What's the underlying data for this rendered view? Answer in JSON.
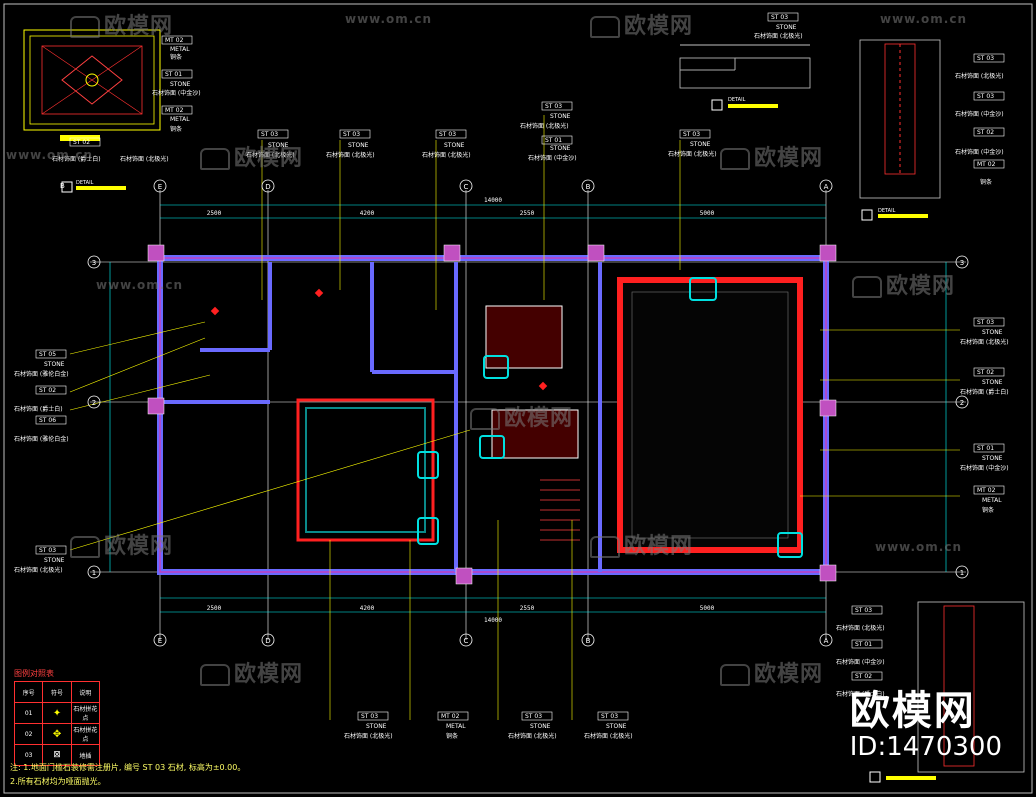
{
  "watermark": {
    "brand_cn": "欧模网",
    "url": "www.om.cn",
    "id_text": "ID:1470300"
  },
  "tags": {
    "stone": "STONE",
    "metal": "METAL",
    "st01": "ST 01",
    "st02": "ST 02",
    "st03": "ST 03",
    "st05": "ST 05",
    "st06": "ST 06",
    "mt02": "MT 02",
    "label_beijixian": "石材饰面 (北极光)",
    "label_jinsha": "石材饰面 (爵士白)",
    "label_zhongjin": "石材饰面 (中金沙)",
    "label_yalun": "石材饰面 (雅伦白金)",
    "label_tiao": "铜条"
  },
  "axes": {
    "top": [
      "E",
      "D",
      "C",
      "B",
      "A"
    ],
    "side": [
      "3",
      "2",
      "1"
    ],
    "dims_top": [
      "2500",
      "4200",
      "2550",
      "5000"
    ],
    "total": "14000"
  },
  "detail_labels": {
    "a": "DETAIL",
    "b": "DETAIL",
    "d": "DETAIL"
  },
  "legend": {
    "title": "图例对照表",
    "headers": [
      "序号",
      "符号",
      "说明"
    ],
    "rows": [
      [
        "01",
        "",
        "石材拼花点"
      ],
      [
        "02",
        "",
        "石材拼花点"
      ],
      [
        "03",
        "",
        "地插"
      ]
    ]
  },
  "notes": {
    "line1": "注: 1.地面门槛石装修需注册片, 编号 ST 03 石材, 标高为±0.00。",
    "line2": "2.所有石材均为哑面抛光。"
  }
}
